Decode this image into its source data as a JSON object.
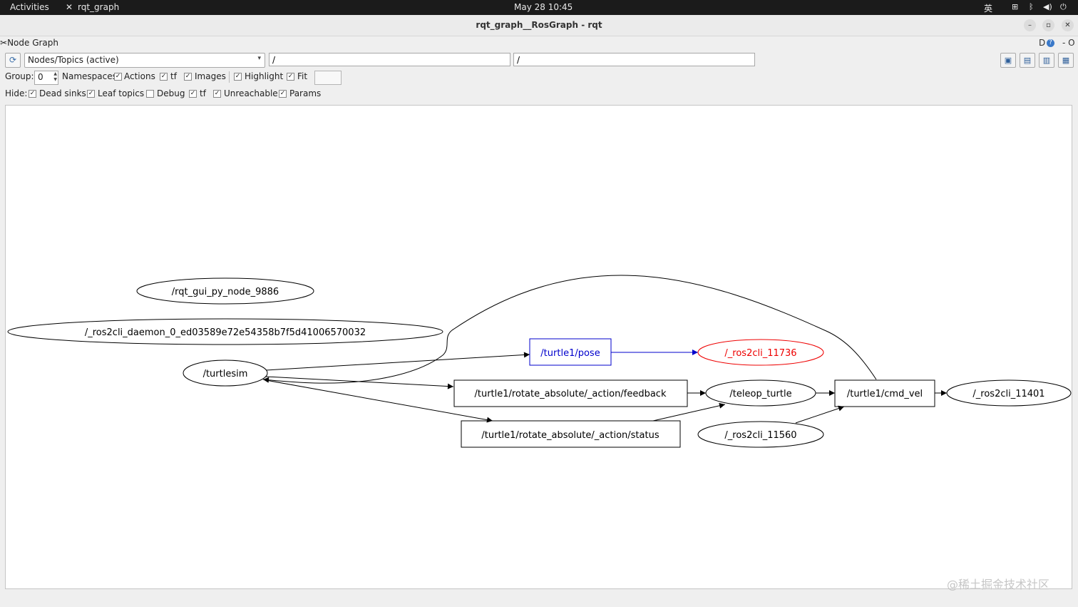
{
  "topbar": {
    "activities": "Activities",
    "app_icon": "✕",
    "app_name": "rqt_graph",
    "datetime": "May 28  10:45",
    "input_method": "英",
    "tray": {
      "network": "⊞",
      "bluetooth": "ᛒ",
      "volume": "◀)",
      "power": "⏻"
    }
  },
  "window": {
    "title": "rqt_graph__RosGraph - rqt",
    "minimize": "–",
    "maximize": "▫",
    "close": "✕"
  },
  "plugin": {
    "title": "Node Graph",
    "title_icon": "✂",
    "right_controls": "D",
    "help_icon": "?",
    "min_close": "- O"
  },
  "toolbar": {
    "refresh_icon": "⟳",
    "mode": "Nodes/Topics (active)",
    "mode_arrow": "▾",
    "node_filter": "/",
    "topic_filter": "/",
    "buttons": [
      "▣",
      "▤",
      "▥",
      "▦"
    ]
  },
  "options": {
    "group_label": "Group:",
    "group_value": "0",
    "spin_up": "▲",
    "spin_down": "▼",
    "items": [
      {
        "label": "Namespaces",
        "checked": true
      },
      {
        "label": "Actions",
        "checked": true
      },
      {
        "label": "tf",
        "checked": true
      },
      {
        "label": "Images",
        "checked": true
      },
      {
        "label": "Highlight",
        "checked": true
      },
      {
        "label": "Fit",
        "checked": true
      }
    ]
  },
  "hide": {
    "label": "Hide:",
    "items": [
      {
        "label": "Dead sinks",
        "checked": true
      },
      {
        "label": "Leaf topics",
        "checked": true
      },
      {
        "label": "Debug",
        "checked": false
      },
      {
        "label": "tf",
        "checked": true
      },
      {
        "label": "Unreachable",
        "checked": true
      },
      {
        "label": "Params",
        "checked": true
      }
    ]
  },
  "check_mark": "✓",
  "graph": {
    "nodes": {
      "rqt_gui": "/rqt_gui_py_node_9886",
      "daemon": "/_ros2cli_daemon_0_ed03589e72e54358b7f5d41006570032",
      "turtlesim": "/turtlesim",
      "pose": "/turtle1/pose",
      "ros2cli_11736": "/_ros2cli_11736",
      "feedback": "/turtle1/rotate_absolute/_action/feedback",
      "status": "/turtle1/rotate_absolute/_action/status",
      "teleop": "/teleop_turtle",
      "ros2cli_11560": "/_ros2cli_11560",
      "cmd_vel": "/turtle1/cmd_vel",
      "ros2cli_11401": "/_ros2cli_11401"
    },
    "colors": {
      "highlight_blue": "#0000cc",
      "highlight_red": "#ee0000",
      "default": "#000000"
    }
  },
  "watermark": "@稀土掘金技术社区"
}
